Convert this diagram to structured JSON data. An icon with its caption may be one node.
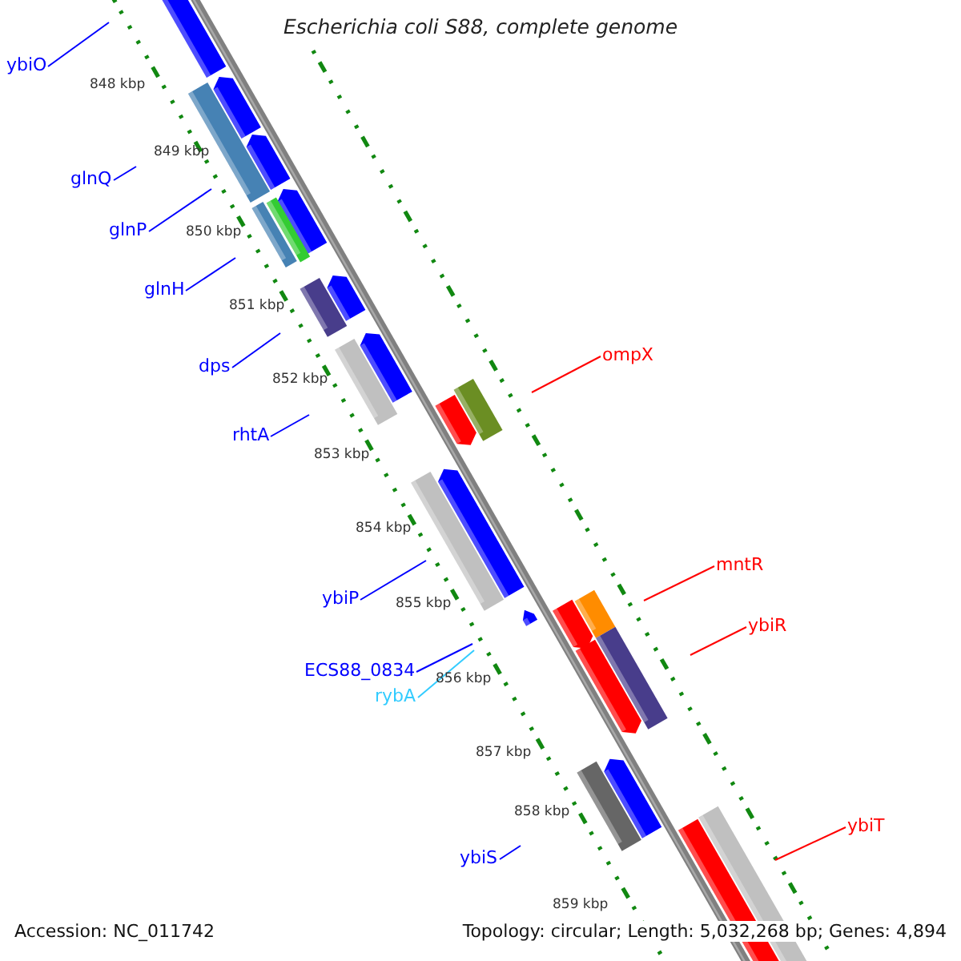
{
  "diagram": {
    "title": "Escherichia coli S88, complete genome",
    "nodes": [
      {
        "text": [
          "ybiO"
        ]
      },
      {
        "text": [
          "glnQ"
        ]
      },
      {
        "text": [
          "glnP"
        ]
      },
      {
        "text": [
          "glnH"
        ]
      },
      {
        "text": [
          "ompX"
        ]
      },
      {
        "text": [
          "dps"
        ]
      },
      {
        "text": [
          "rhtA"
        ]
      },
      {
        "text": [
          "mntR"
        ]
      },
      {
        "text": [
          "ybiP"
        ]
      },
      {
        "text": [
          "ybiR"
        ]
      },
      {
        "text": [
          "ECS88_0834"
        ]
      },
      {
        "text": [
          "rybA"
        ]
      },
      {
        "text": [
          "ybiT"
        ]
      },
      {
        "text": [
          "ybiS"
        ]
      }
    ],
    "edges": [
      {
        "from": 0,
        "to": null,
        "arrow": "none"
      },
      {
        "from": 1,
        "to": null,
        "arrow": "none"
      },
      {
        "from": 2,
        "to": null,
        "arrow": "none"
      },
      {
        "from": 3,
        "to": null,
        "arrow": "none"
      },
      {
        "from": 4,
        "to": null,
        "arrow": "none",
        "color": "#ff0000"
      },
      {
        "from": 5,
        "to": null,
        "arrow": "none"
      },
      {
        "from": 6,
        "to": null,
        "arrow": "none"
      },
      {
        "from": 7,
        "to": null,
        "arrow": "none",
        "color": "#ff0000"
      },
      {
        "from": 8,
        "to": null,
        "arrow": "none"
      },
      {
        "from": 9,
        "to": null,
        "arrow": "none",
        "color": "#ff0000"
      },
      {
        "from": 10,
        "to": null,
        "arrow": "none"
      },
      {
        "from": 11,
        "to": null,
        "arrow": "none",
        "color": "#33ccff"
      },
      {
        "from": 12,
        "to": null,
        "arrow": "none",
        "color": "#ff0000"
      },
      {
        "from": 13,
        "to": null,
        "arrow": "none"
      }
    ],
    "labels": [
      "848 kbp",
      "849 kbp",
      "850 kbp",
      "851 kbp",
      "852 kbp",
      "853 kbp",
      "854 kbp",
      "855 kbp",
      "856 kbp",
      "857 kbp",
      "858 kbp",
      "859 kbp",
      "Accession: NC_011742",
      "Topology: circular; Length: 5,032,268 bp; Genes: 4,894"
    ]
  }
}
